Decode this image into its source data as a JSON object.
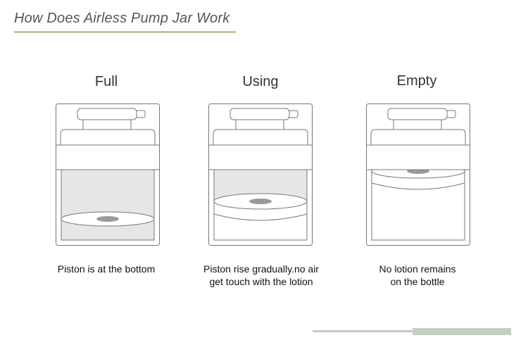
{
  "title": "How Does Airless Pump Jar Work",
  "stages": [
    {
      "label": "Full",
      "caption_lines": [
        "Piston is at the bottom"
      ],
      "lotion_level": 1.0
    },
    {
      "label": "Using",
      "caption_lines": [
        "Piston rise gradually.no air",
        "get touch with the lotion"
      ],
      "lotion_level": 0.5
    },
    {
      "label": "Empty",
      "caption_lines": [
        "No lotion remains",
        "on the bottle"
      ],
      "lotion_level": 0.0
    }
  ],
  "colors": {
    "title_rule": "#c8c0a6",
    "lotion": "#e6e6e6",
    "piston_center": "#9a9a9a",
    "outline": "#777777",
    "footer_grey": "#c7c7c7",
    "footer_green": "#c6cfbd"
  }
}
